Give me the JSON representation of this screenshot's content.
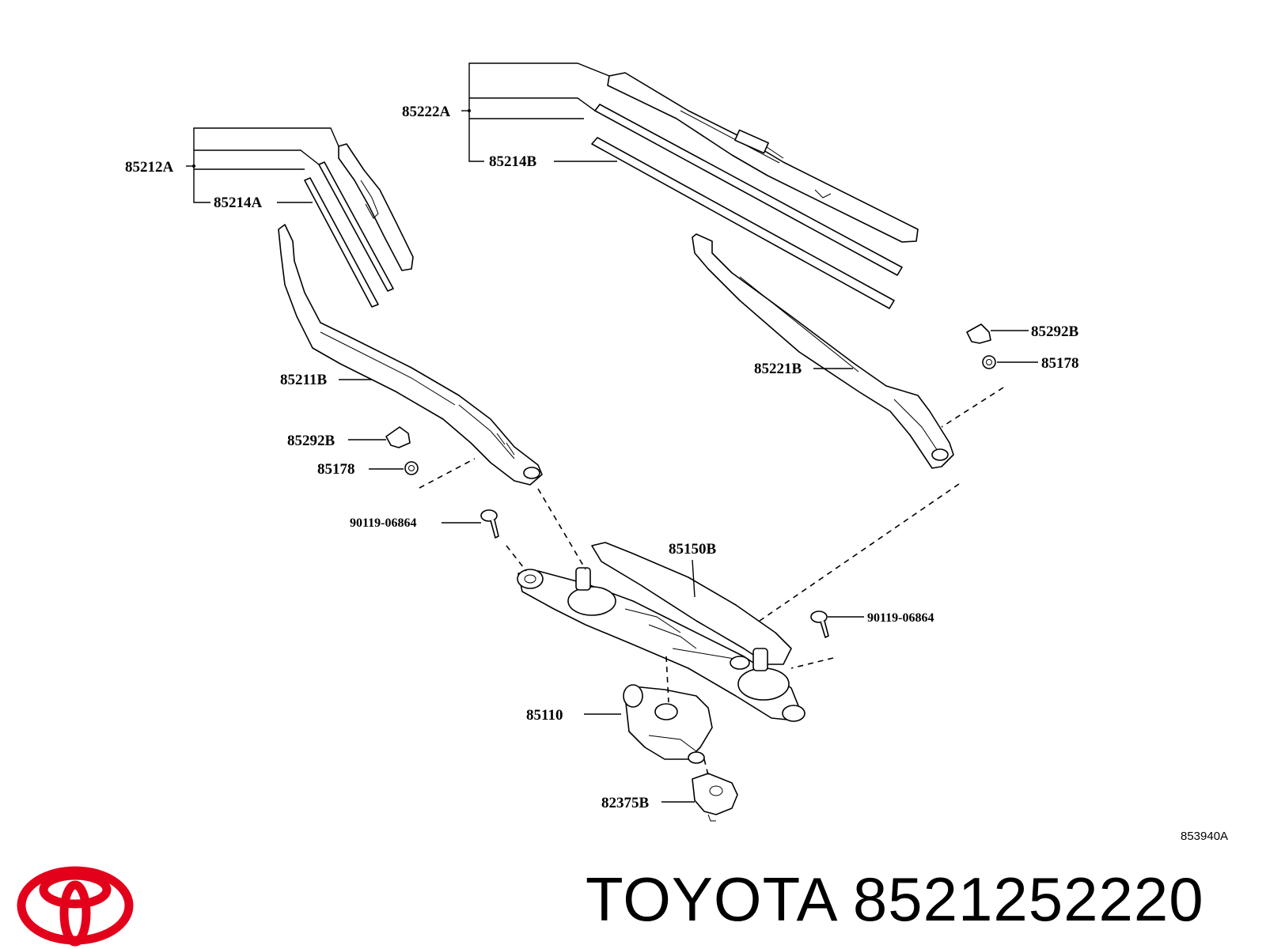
{
  "parts": {
    "p85222A": "85222A",
    "p85214B": "85214B",
    "p85212A": "85212A",
    "p85214A": "85214A",
    "p85211B": "85211B",
    "p85221B": "85221B",
    "p85292B_right": "85292B",
    "p85178_right": "85178",
    "p85292B_left": "85292B",
    "p85178_left": "85178",
    "p90119_left": "90119-06864",
    "p90119_right": "90119-06864",
    "p85150B": "85150B",
    "p85110": "85110",
    "p82375B": "82375B"
  },
  "diagram_code": "853940A",
  "brand": {
    "name": "TOYOTA",
    "part_number": "8521252220",
    "logo_icon": "toyota-logo-icon",
    "logo_color": "#e3001b"
  }
}
